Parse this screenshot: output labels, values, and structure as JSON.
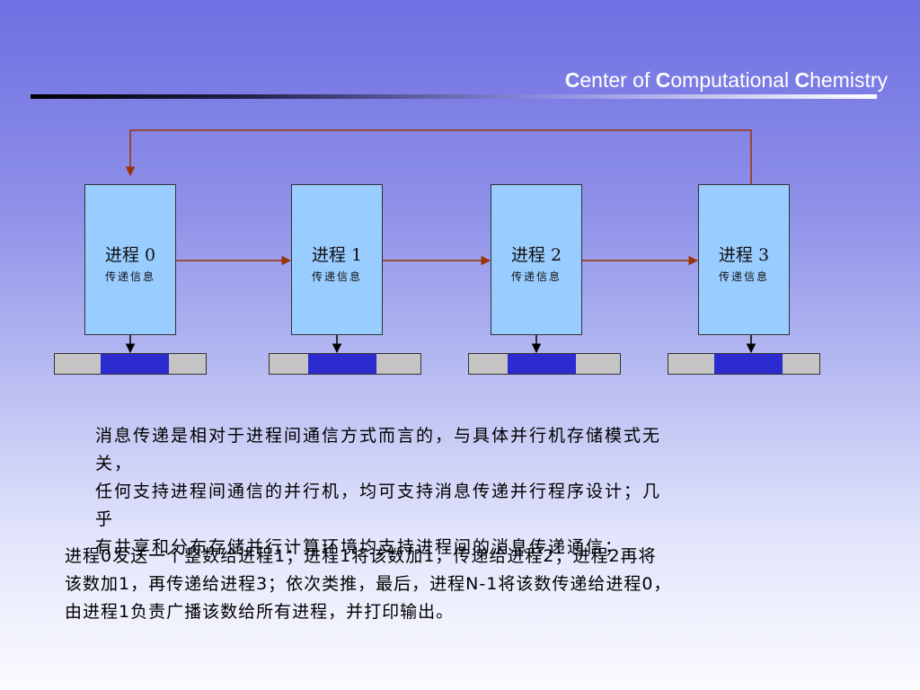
{
  "header": {
    "title_parts": [
      {
        "cap": "C",
        "rest": "enter of "
      },
      {
        "cap": "C",
        "rest": "omputational "
      },
      {
        "cap": "C",
        "rest": "hemistry"
      }
    ]
  },
  "processes": [
    {
      "name": "进程 0",
      "sub": "传递信息"
    },
    {
      "name": "进程 1",
      "sub": "传递信息"
    },
    {
      "name": "进程 2",
      "sub": "传递信息"
    },
    {
      "name": "进程 3",
      "sub": "传递信息"
    }
  ],
  "description_lines": [
    "消息传递是相对于进程间通信方式而言的，与具体并行机存储模式无",
    "关，",
    "任何支持进程间通信的并行机，均可支持消息传递并行程序设计；几",
    "乎",
    "有共享和分布存储并行计算环境均支持进程间的消息传递通信；"
  ],
  "example_lines": [
    "进程0发送一个整数给进程1；进程1将该数加1，传递给进程2；进程2再将",
    "该数加1，再传递给进程3；依次类推，最后，进程N-1将该数传递给进程0，",
    "由进程1负责广播该数给所有进程，并打印输出。"
  ],
  "colors": {
    "box_fill": "#99ccff",
    "arrow": "#993300",
    "buffer_blue": "#2b2bcf",
    "buffer_gray": "#c4c4c4"
  }
}
